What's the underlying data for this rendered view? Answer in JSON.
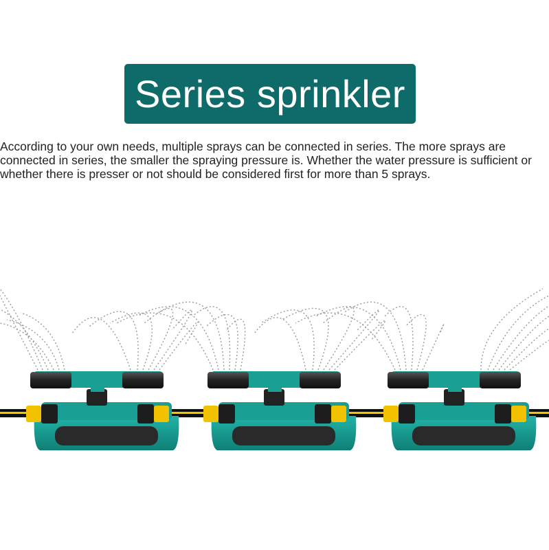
{
  "title": "Series sprinkler",
  "description": "According to your own needs, multiple sprays can be connected in series. The more sprays are connected in series, the smaller the spraying pressure is. Whether the water pressure is sufficient or whether there is presser or not should be considered first for more than 5 sprays.",
  "illustration": {
    "subject": "three-sprinklers-connected-in-series",
    "sprinkler_count": 3
  },
  "colors": {
    "banner": "#0f6a6a",
    "sprinkler_body": "#1a9f94",
    "sprinkler_dark": "#0d6e66",
    "nozzle_arm": "#2b2b2b",
    "hose": "#111111",
    "hose_stripe": "#f5c400",
    "connector": "#f2c200",
    "spray": "#9a9a9a"
  }
}
